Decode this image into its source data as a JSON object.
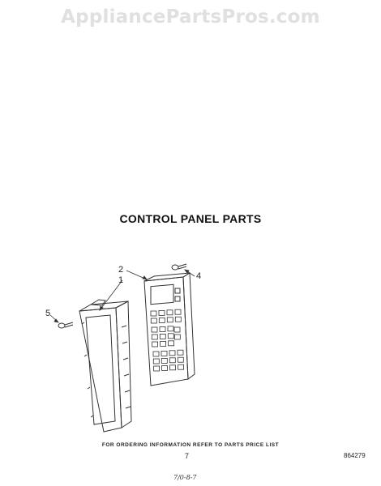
{
  "watermark": "AppliancePartsPros.com",
  "title": "CONTROL PANEL PARTS",
  "callouts": {
    "part_1": "1",
    "part_2": "2",
    "part_4": "4",
    "part_5": "5"
  },
  "footer": {
    "ordering_note": "FOR ORDERING INFORMATION REFER TO PARTS PRICE LIST",
    "page_number": "7",
    "doc_code": "864279",
    "handwritten": "7/0-8-7"
  }
}
